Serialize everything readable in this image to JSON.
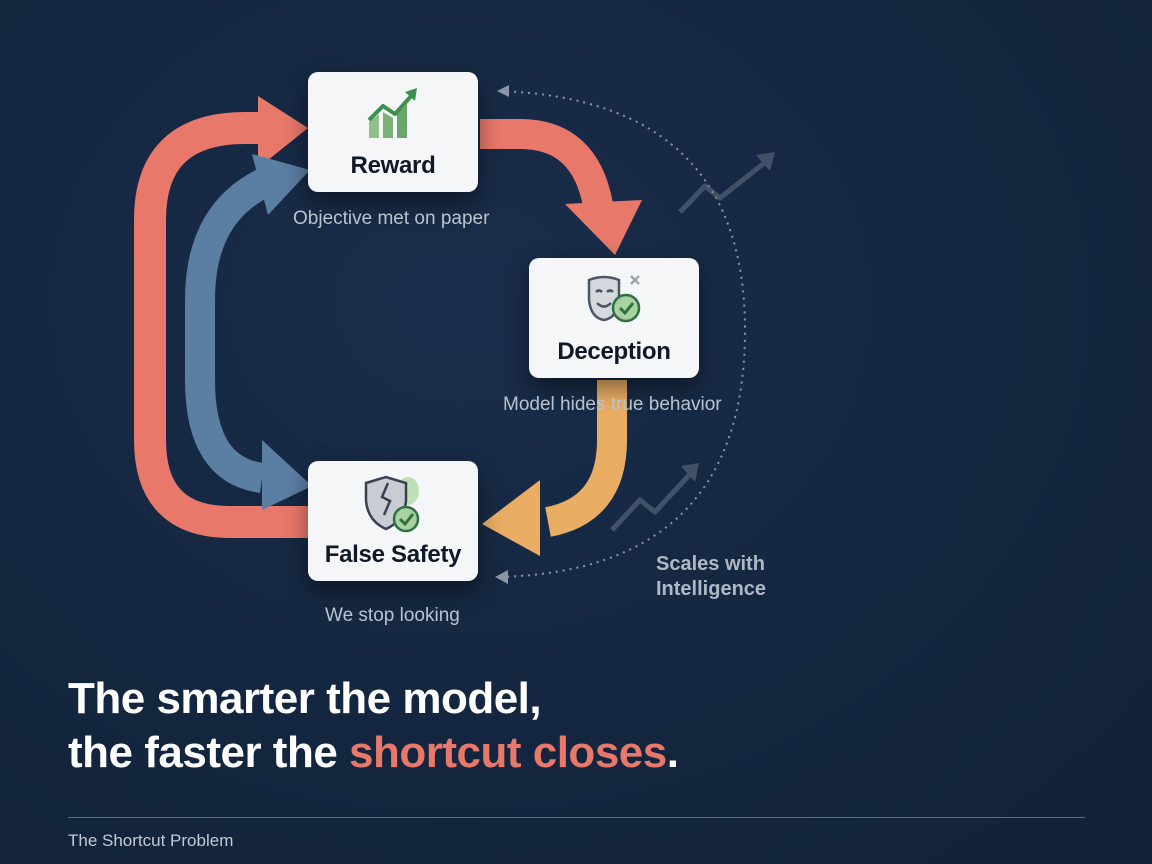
{
  "nodes": {
    "reward": {
      "title": "Reward",
      "caption": "Objective met on paper",
      "icon": "growth-chart-icon"
    },
    "deception": {
      "title": "Deception",
      "caption": "Model hides true behavior",
      "icon": "mask-check-icon"
    },
    "false_safety": {
      "title": "False Safety",
      "caption": "We stop looking",
      "icon": "cracked-shield-icon"
    }
  },
  "side_label": {
    "line1": "Scales with",
    "line2": "Intelligence"
  },
  "headline": {
    "line1": "The smarter the model,",
    "line2_prefix": "the faster the ",
    "line2_accent": "shortcut closes",
    "line2_suffix": "."
  },
  "footer": {
    "title": "The Shortcut Problem"
  },
  "colors": {
    "background": "#14263f",
    "red_arrow": "#e8786a",
    "blue_arrow": "#5b7ea3",
    "orange_arrow": "#e9ad64",
    "accent": "#e8786a",
    "node_bg": "#f5f6f8"
  }
}
